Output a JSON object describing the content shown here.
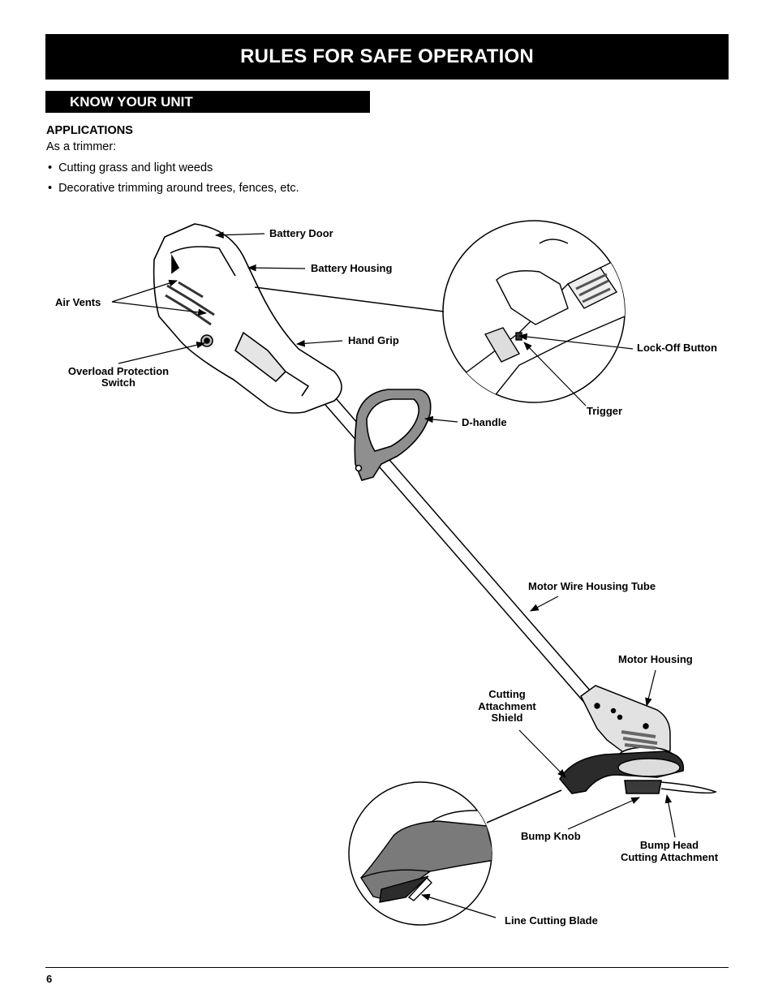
{
  "header": {
    "title": "RULES FOR SAFE OPERATION"
  },
  "section": {
    "title": "KNOW YOUR UNIT"
  },
  "applications": {
    "heading": "APPLICATIONS",
    "intro": "As a trimmer:",
    "bullets": [
      "Cutting grass and light weeds",
      "Decorative trimming around trees, fences, etc."
    ]
  },
  "labels": {
    "battery_door": "Battery Door",
    "battery_housing": "Battery Housing",
    "air_vents": "Air Vents",
    "hand_grip": "Hand Grip",
    "overload_1": "Overload Protection",
    "overload_2": "Switch",
    "lock_off": "Lock-Off Button",
    "trigger": "Trigger",
    "d_handle": "D-handle",
    "motor_wire_tube": "Motor Wire Housing Tube",
    "motor_housing": "Motor Housing",
    "shield_1": "Cutting",
    "shield_2": "Attachment",
    "shield_3": "Shield",
    "bump_knob": "Bump Knob",
    "bump_head_1": "Bump Head",
    "bump_head_2": "Cutting Attachment",
    "line_blade": "Line Cutting Blade"
  },
  "footer": {
    "page_number": "6"
  }
}
